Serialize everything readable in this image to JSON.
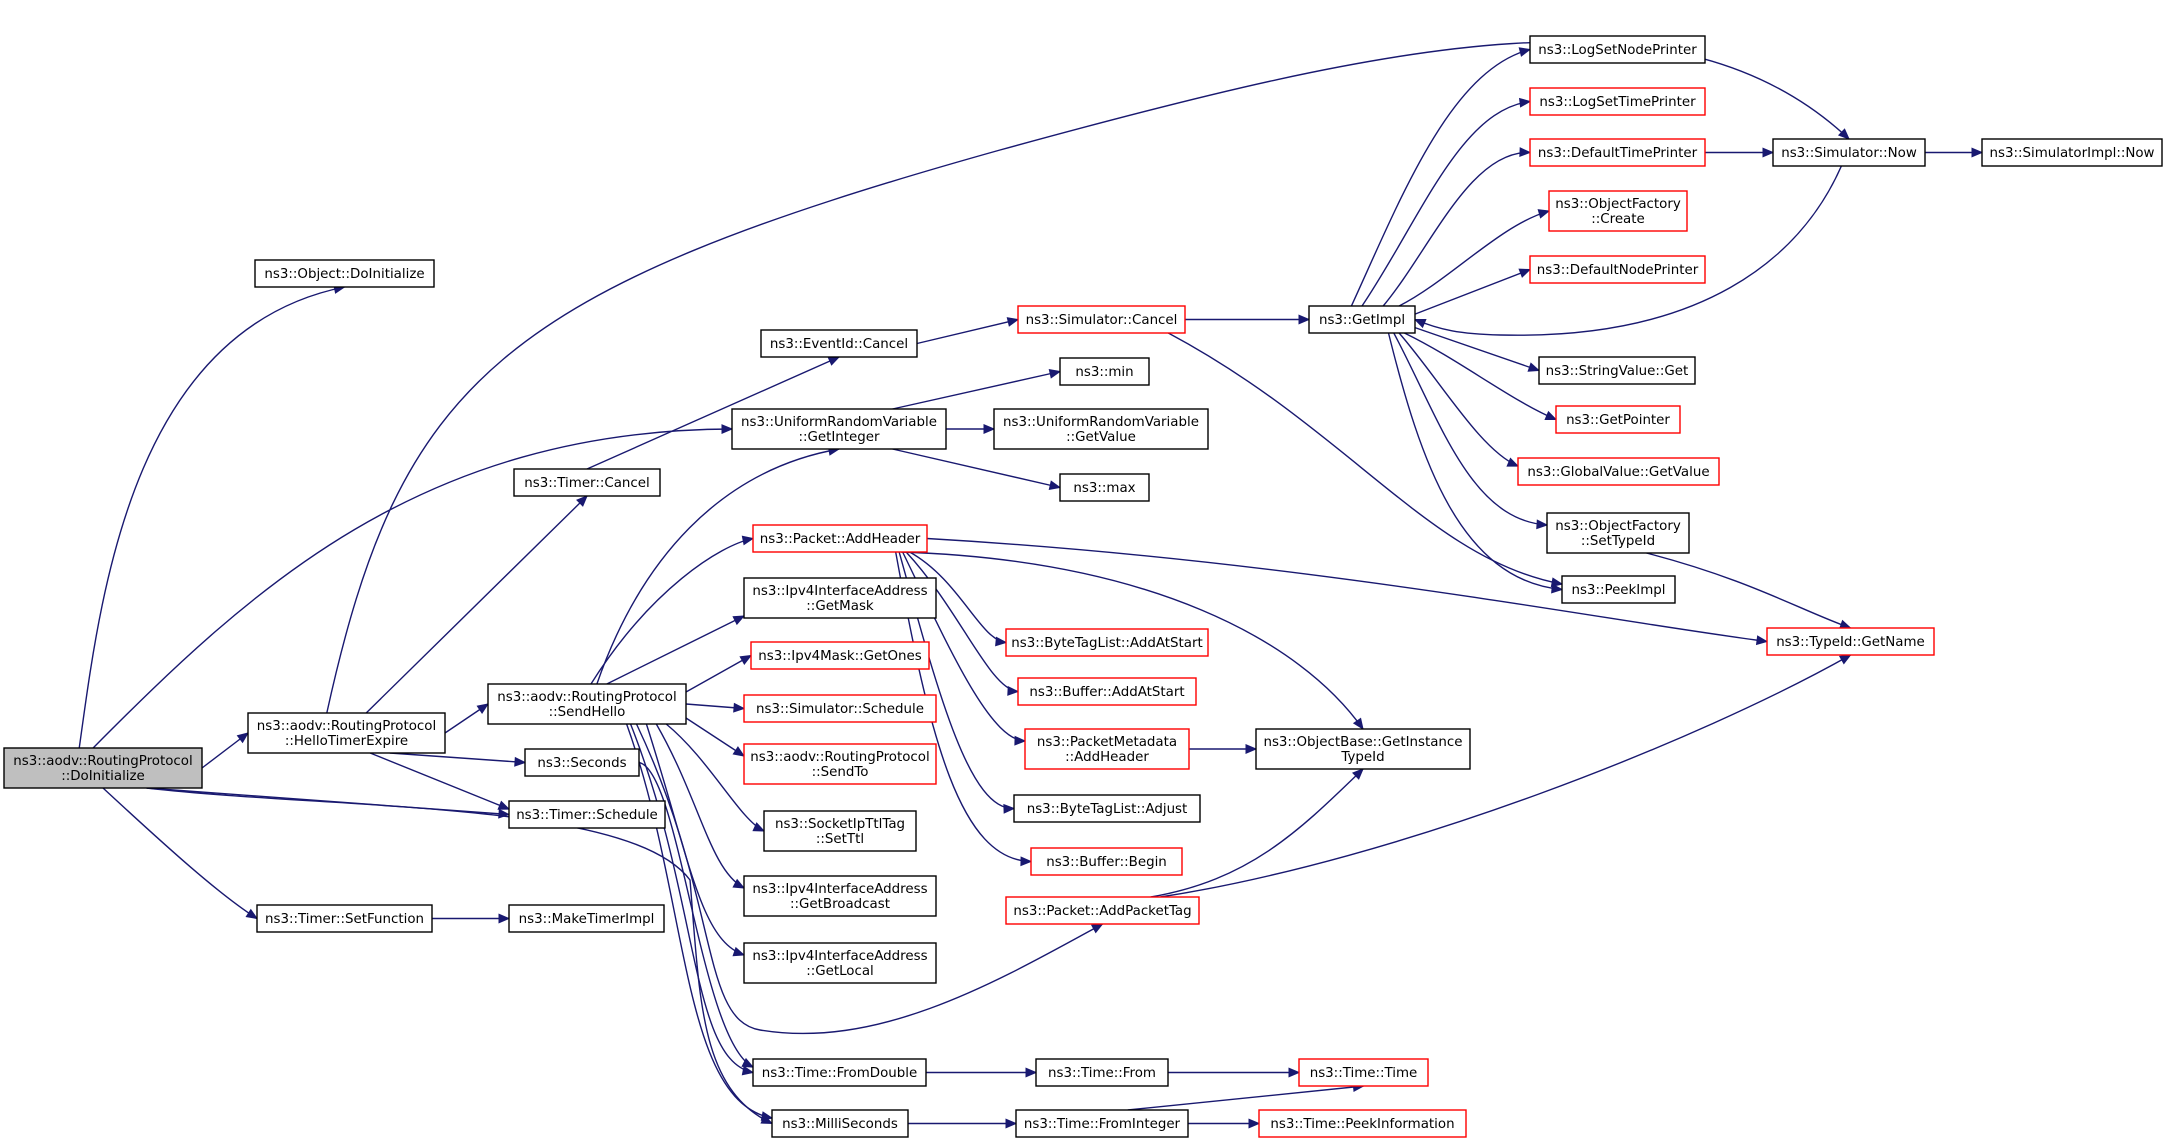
{
  "graph": {
    "colors": {
      "edge": "#191970",
      "node_border": "#000000",
      "external_border": "#ff0000",
      "root_fill": "#bfbfbf"
    },
    "nodes": [
      {
        "id": "root",
        "lines": [
          "ns3::aodv::RoutingProtocol",
          "::DoInitialize"
        ],
        "style": "root"
      },
      {
        "id": "obj_doinit",
        "lines": [
          "ns3::Object::DoInitialize"
        ],
        "style": "black"
      },
      {
        "id": "hello_expire",
        "lines": [
          "ns3::aodv::RoutingProtocol",
          "::HelloTimerExpire"
        ],
        "style": "black"
      },
      {
        "id": "timer_setfn",
        "lines": [
          "ns3::Timer::SetFunction"
        ],
        "style": "black"
      },
      {
        "id": "make_timer",
        "lines": [
          "ns3::MakeTimerImpl"
        ],
        "style": "black"
      },
      {
        "id": "timer_schedule",
        "lines": [
          "ns3::Timer::Schedule"
        ],
        "style": "black"
      },
      {
        "id": "seconds",
        "lines": [
          "ns3::Seconds"
        ],
        "style": "black"
      },
      {
        "id": "timer_cancel",
        "lines": [
          "ns3::Timer::Cancel"
        ],
        "style": "black"
      },
      {
        "id": "send_hello",
        "lines": [
          "ns3::aodv::RoutingProtocol",
          "::SendHello"
        ],
        "style": "black"
      },
      {
        "id": "eventid_cancel",
        "lines": [
          "ns3::EventId::Cancel"
        ],
        "style": "black"
      },
      {
        "id": "urv_getint",
        "lines": [
          "ns3::UniformRandomVariable",
          "::GetInteger"
        ],
        "style": "black"
      },
      {
        "id": "min",
        "lines": [
          "ns3::min"
        ],
        "style": "black"
      },
      {
        "id": "urv_getval",
        "lines": [
          "ns3::UniformRandomVariable",
          "::GetValue"
        ],
        "style": "black"
      },
      {
        "id": "max",
        "lines": [
          "ns3::max"
        ],
        "style": "black"
      },
      {
        "id": "sim_cancel",
        "lines": [
          "ns3::Simulator::Cancel"
        ],
        "style": "red"
      },
      {
        "id": "getimpl",
        "lines": [
          "ns3::GetImpl"
        ],
        "style": "black"
      },
      {
        "id": "pkt_addheader",
        "lines": [
          "ns3::Packet::AddHeader"
        ],
        "style": "red"
      },
      {
        "id": "ipv4ia_getmask",
        "lines": [
          "ns3::Ipv4InterfaceAddress",
          "::GetMask"
        ],
        "style": "black"
      },
      {
        "id": "ipv4mask_getones",
        "lines": [
          "ns3::Ipv4Mask::GetOnes"
        ],
        "style": "red"
      },
      {
        "id": "sim_schedule",
        "lines": [
          "ns3::Simulator::Schedule"
        ],
        "style": "red"
      },
      {
        "id": "aodv_sendto",
        "lines": [
          "ns3::aodv::RoutingProtocol",
          "::SendTo"
        ],
        "style": "red"
      },
      {
        "id": "socketipttl",
        "lines": [
          "ns3::SocketIpTtlTag",
          "::SetTtl"
        ],
        "style": "black"
      },
      {
        "id": "ipv4ia_getbcast",
        "lines": [
          "ns3::Ipv4InterfaceAddress",
          "::GetBroadcast"
        ],
        "style": "black"
      },
      {
        "id": "ipv4ia_getlocal",
        "lines": [
          "ns3::Ipv4InterfaceAddress",
          "::GetLocal"
        ],
        "style": "black"
      },
      {
        "id": "time_fromdouble",
        "lines": [
          "ns3::Time::FromDouble"
        ],
        "style": "black"
      },
      {
        "id": "millis",
        "lines": [
          "ns3::MilliSeconds"
        ],
        "style": "black"
      },
      {
        "id": "time_from",
        "lines": [
          "ns3::Time::From"
        ],
        "style": "black"
      },
      {
        "id": "time_fromint",
        "lines": [
          "ns3::Time::FromInteger"
        ],
        "style": "black"
      },
      {
        "id": "time_time",
        "lines": [
          "ns3::Time::Time"
        ],
        "style": "red"
      },
      {
        "id": "time_peekinfo",
        "lines": [
          "ns3::Time::PeekInformation"
        ],
        "style": "red"
      },
      {
        "id": "btl_addatstart",
        "lines": [
          "ns3::ByteTagList::AddAtStart"
        ],
        "style": "red"
      },
      {
        "id": "buf_addatstart",
        "lines": [
          "ns3::Buffer::AddAtStart"
        ],
        "style": "red"
      },
      {
        "id": "pktmeta_addheader",
        "lines": [
          "ns3::PacketMetadata",
          "::AddHeader"
        ],
        "style": "red"
      },
      {
        "id": "btl_adjust",
        "lines": [
          "ns3::ByteTagList::Adjust"
        ],
        "style": "black"
      },
      {
        "id": "buf_begin",
        "lines": [
          "ns3::Buffer::Begin"
        ],
        "style": "red"
      },
      {
        "id": "pkt_addpkttag",
        "lines": [
          "ns3::Packet::AddPacketTag"
        ],
        "style": "red"
      },
      {
        "id": "objbase_getinst",
        "lines": [
          "ns3::ObjectBase::GetInstance",
          "TypeId"
        ],
        "style": "black"
      },
      {
        "id": "log_nodeprinter",
        "lines": [
          "ns3::LogSetNodePrinter"
        ],
        "style": "black"
      },
      {
        "id": "log_timeprinter",
        "lines": [
          "ns3::LogSetTimePrinter"
        ],
        "style": "red"
      },
      {
        "id": "default_timeprinter",
        "lines": [
          "ns3::DefaultTimePrinter"
        ],
        "style": "red"
      },
      {
        "id": "objfactory_create",
        "lines": [
          "ns3::ObjectFactory",
          "::Create"
        ],
        "style": "red"
      },
      {
        "id": "default_nodeprinter",
        "lines": [
          "ns3::DefaultNodePrinter"
        ],
        "style": "red"
      },
      {
        "id": "stringvalue_get",
        "lines": [
          "ns3::StringValue::Get"
        ],
        "style": "black"
      },
      {
        "id": "getpointer",
        "lines": [
          "ns3::GetPointer"
        ],
        "style": "red"
      },
      {
        "id": "globalvalue_getvalue",
        "lines": [
          "ns3::GlobalValue::GetValue"
        ],
        "style": "red"
      },
      {
        "id": "objfactory_settypeid",
        "lines": [
          "ns3::ObjectFactory",
          "::SetTypeId"
        ],
        "style": "black"
      },
      {
        "id": "peekimpl",
        "lines": [
          "ns3::PeekImpl"
        ],
        "style": "black"
      },
      {
        "id": "typeid_getname",
        "lines": [
          "ns3::TypeId::GetName"
        ],
        "style": "red"
      },
      {
        "id": "sim_now",
        "lines": [
          "ns3::Simulator::Now"
        ],
        "style": "black"
      },
      {
        "id": "simimpl_now",
        "lines": [
          "ns3::SimulatorImpl::Now"
        ],
        "style": "black"
      }
    ]
  }
}
